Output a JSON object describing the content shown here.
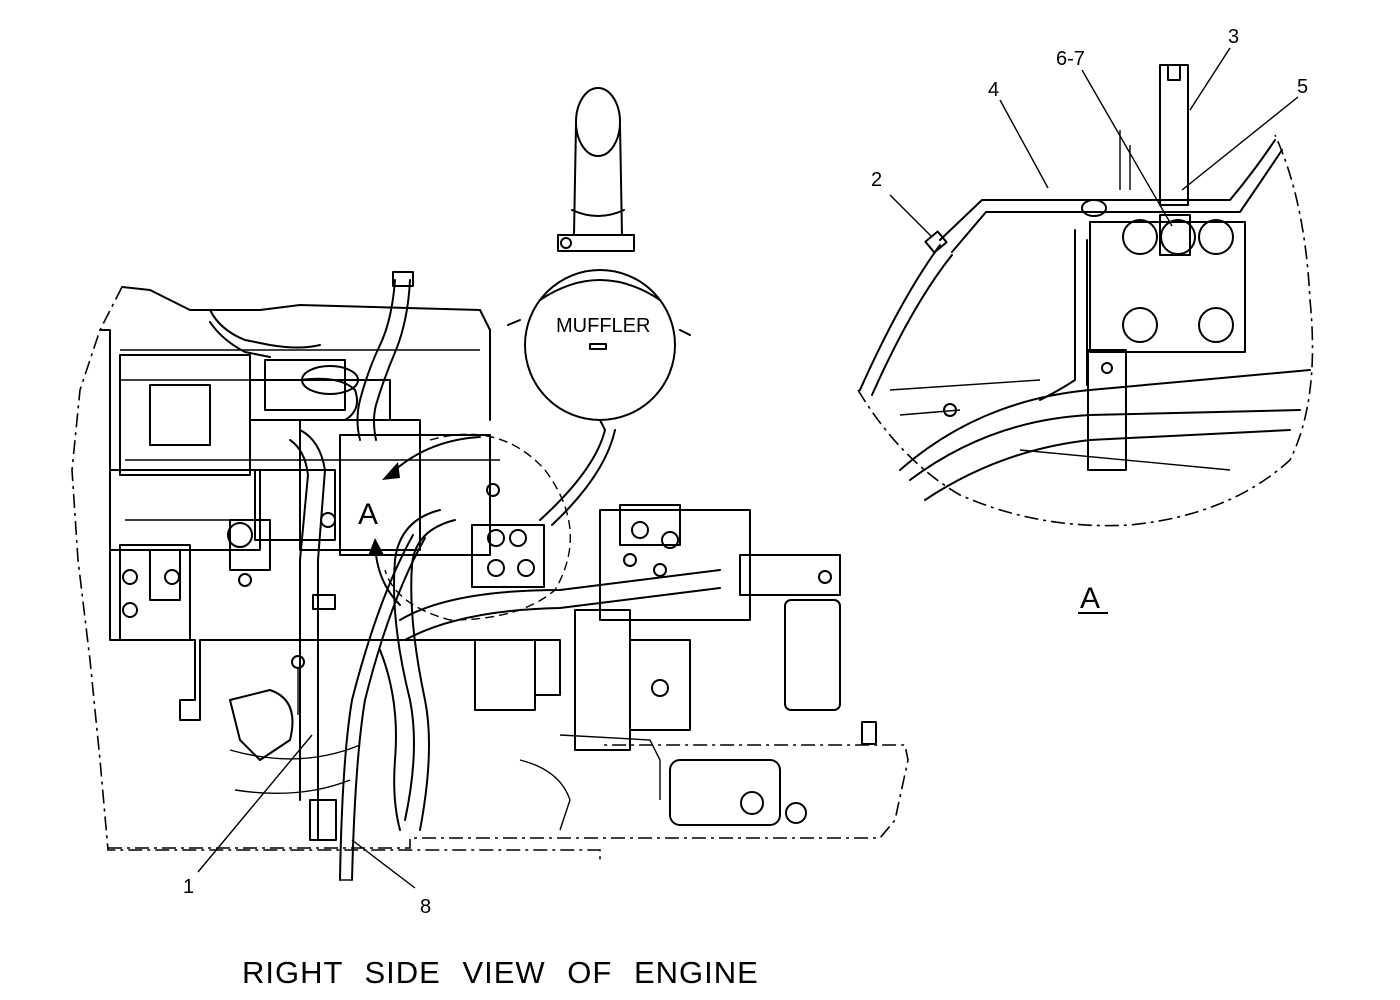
{
  "title": "RIGHT SIDE VIEW OF ENGINE",
  "muffler_label": "MUFFLER",
  "view_marker": "A",
  "detail_caption": "A",
  "callouts": {
    "c1": "1",
    "c2": "2",
    "c3": "3",
    "c4": "4",
    "c5": "5",
    "c6_7": "6-7",
    "c8": "8"
  }
}
